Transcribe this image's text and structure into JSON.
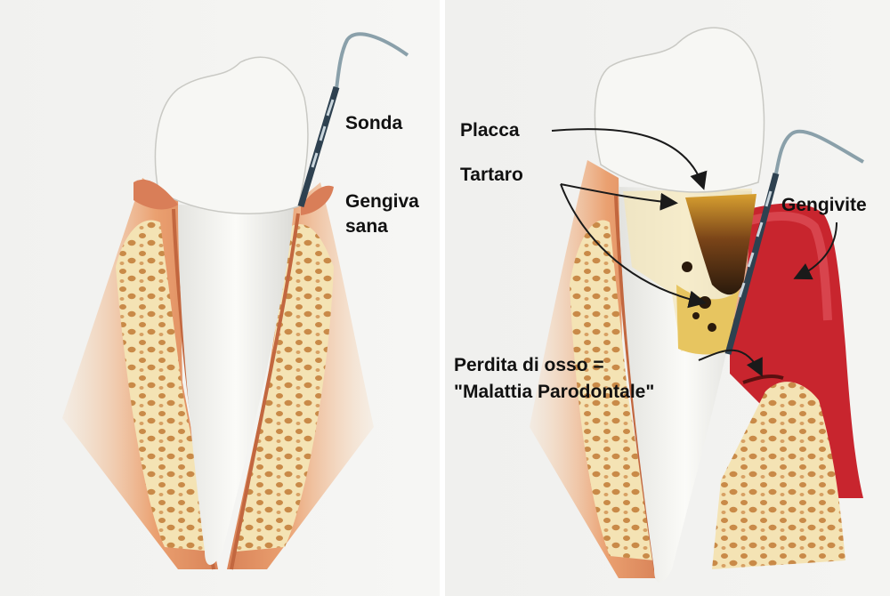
{
  "labels": {
    "sonda": "Sonda",
    "gengiva_sana_line1": "Gengiva",
    "gengiva_sana_line2": "sana",
    "placca": "Placca",
    "tartaro": "Tartaro",
    "gengivite": "Gengivite",
    "perdita_line1": "Perdita di osso =",
    "perdita_line2": "\"Malattia Parodontale\""
  },
  "colors": {
    "tooth": "#f4f4f0",
    "gum_healthy": "#e8a070",
    "bone": "#f3e1b0",
    "bone_pores": "#c88a4a",
    "inflamed_gum": "#c8252e",
    "tartar": "#3a2210",
    "plaque": "#e0b040",
    "probe": "#3a4e5e"
  }
}
